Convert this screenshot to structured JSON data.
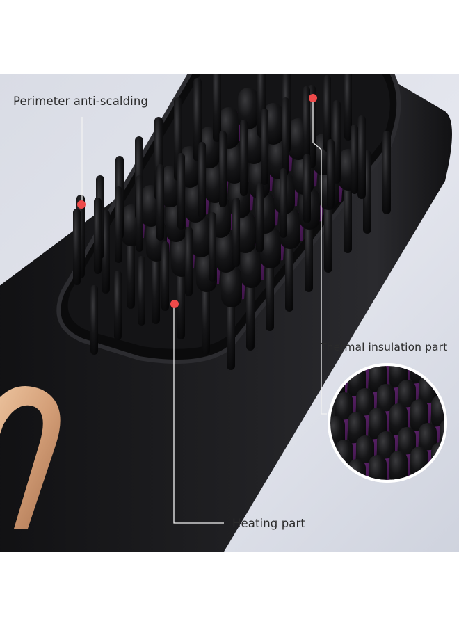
{
  "labels": {
    "perimeter": "Perimeter anti-scalding",
    "thermal": "Thermal insulation part",
    "heating": "Heating part"
  },
  "colors": {
    "background": "#dfe2ea",
    "body": "#1b1b1d",
    "bristle": "#111112",
    "heating_pad": "#4c1a58",
    "accent_gold": "#d7a57d",
    "marker": "#ee4a4a",
    "leader_line": "#f2f2f2"
  }
}
